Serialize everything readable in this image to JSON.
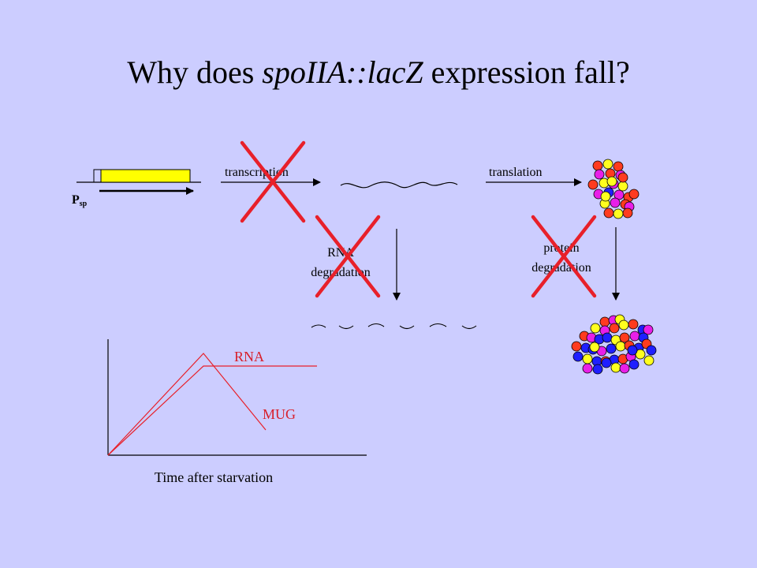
{
  "title": {
    "prefix": "Why does ",
    "italic": "spoIIA::lacZ",
    "suffix": " expression fall?"
  },
  "promoter": {
    "label": "P",
    "subscript": "sp"
  },
  "labels": {
    "transcription": "transcription",
    "translation": "translation",
    "rna_degradation_line1": "RNA",
    "rna_degradation_line2": "degradation",
    "protein_degradation_line1": "protein",
    "protein_degradation_line2": "degradation"
  },
  "graph": {
    "curve_rna": "RNA",
    "curve_mug": "MUG",
    "xlabel": "Time after starvation"
  },
  "colors": {
    "background": "#cccdff",
    "gene_box": "#ffff00",
    "cross": "#e8202a",
    "curve": "#e8202a",
    "curve_label": "#d81f2a",
    "bead_red": "#ff3b1f",
    "bead_blue": "#1f1fff",
    "bead_magenta": "#e81fe8",
    "bead_yellow": "#ffff1f"
  }
}
